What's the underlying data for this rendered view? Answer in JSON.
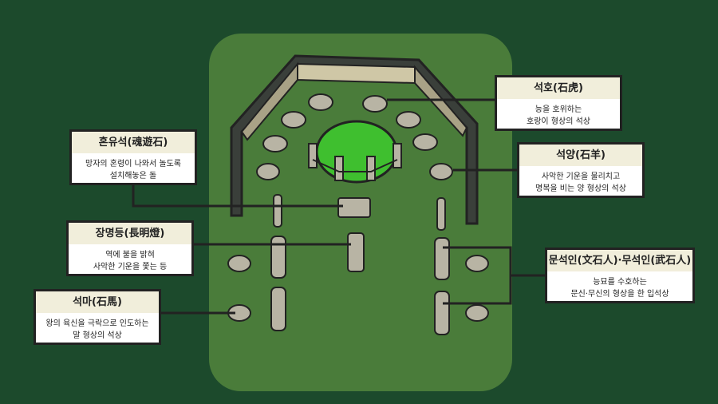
{
  "labels": {
    "honyuseok": {
      "title": "혼유석(魂遊石)",
      "lines": [
        "망자의 혼령이 나와서 놀도록",
        "설치해놓은 돌"
      ]
    },
    "jangmyeongdeung": {
      "title": "장명등(長明燈)",
      "lines": [
        "역에 불을 밝혀",
        "사악한 기운을 쫓는 등"
      ]
    },
    "seokma": {
      "title": "석마(石馬)",
      "lines": [
        "왕의 육신을 극락으로 인도하는",
        "말 형상의 석상"
      ]
    },
    "seokho": {
      "title": "석호(石虎)",
      "lines": [
        "능을 호위하는",
        "호랑이 형상의 석상"
      ]
    },
    "seokyang": {
      "title": "석양(石羊)",
      "lines": [
        "사악한 기운을 물리치고",
        "명복을 비는 양 형상의 석상"
      ]
    },
    "munseokin": {
      "title": "문석인(文石人)·무석인(武石人)",
      "lines": [
        "능묘를 수호하는",
        "문신·무신의 형상을 한 입석상"
      ]
    }
  },
  "colors": {
    "background": "#1c4a2c",
    "grass": "#4a7c3a",
    "mound": "#3fbf2f",
    "stone": "#b8b4a4",
    "wall": "#3a3f3a"
  }
}
